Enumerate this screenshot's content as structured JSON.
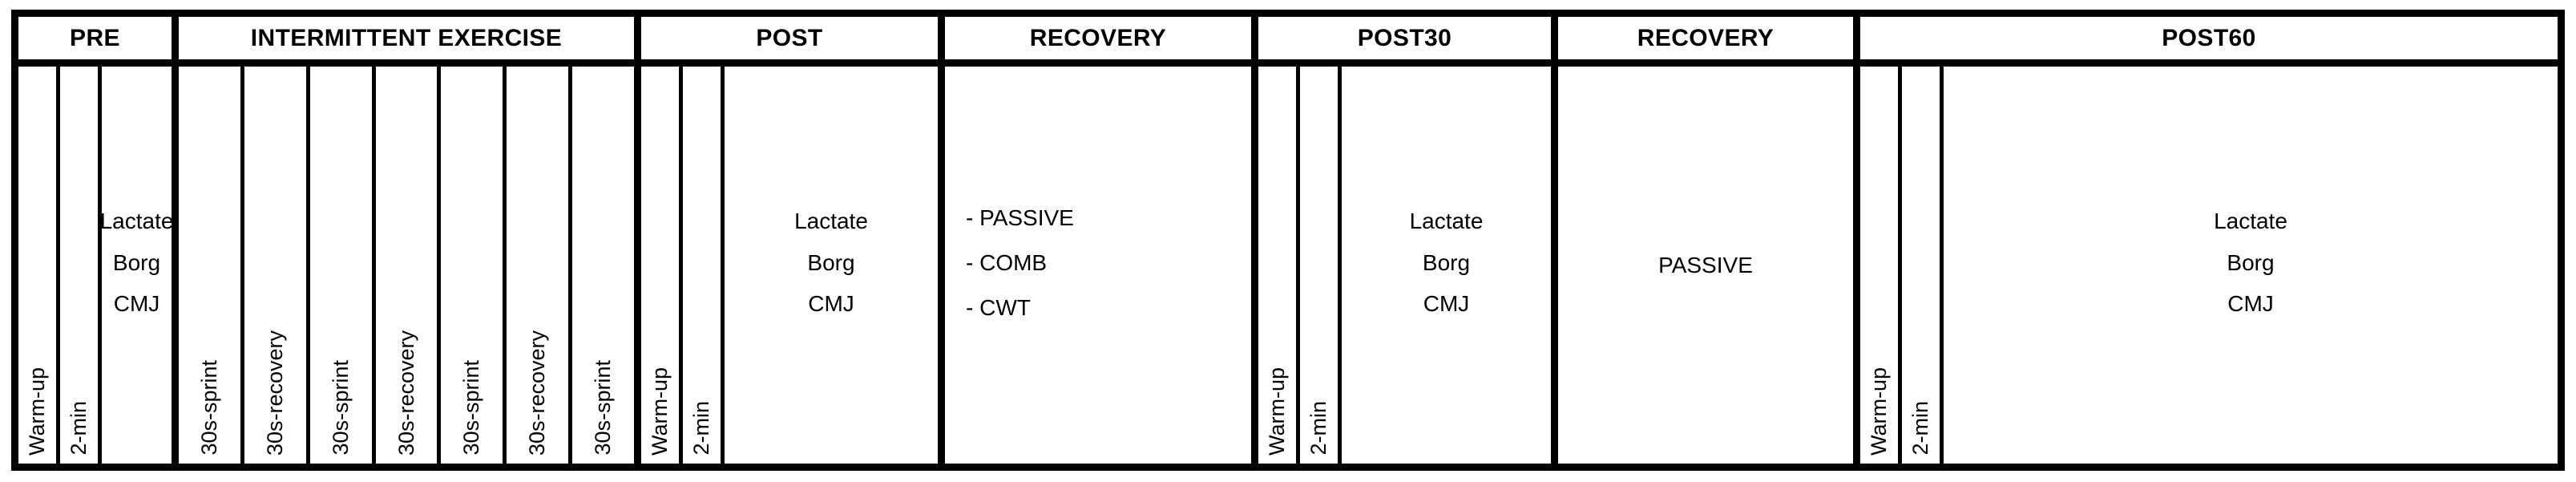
{
  "figure": {
    "type": "experimental-protocol-timeline",
    "orientation": "horizontal",
    "border_color": "#000000",
    "background_color": "#ffffff",
    "text_color": "#000000"
  },
  "header": {
    "blocks": [
      {
        "label": "PRE"
      },
      {
        "label": "INTERMITTENT EXERCISE"
      },
      {
        "label": "POST"
      },
      {
        "label": "RECOVERY"
      },
      {
        "label": "POST30"
      },
      {
        "label": "RECOVERY"
      },
      {
        "label": "POST60"
      }
    ]
  },
  "body": {
    "pre": {
      "warmup": "Warm-up",
      "rest": "2-min",
      "measures": [
        "Lactate",
        "Borg",
        "CMJ"
      ]
    },
    "intermittent": {
      "bouts": [
        "30s-sprint",
        "30s-recovery",
        "30s-sprint",
        "30s-recovery",
        "30s-sprint",
        "30s-recovery",
        "30s-sprint"
      ]
    },
    "post": {
      "warmup": "Warm-up",
      "rest": "2-min",
      "measures": [
        "Lactate",
        "Borg",
        "CMJ"
      ]
    },
    "recovery_conditions": {
      "options": [
        "- PASSIVE",
        "- COMB",
        "- CWT"
      ]
    },
    "post30": {
      "warmup": "Warm-up",
      "rest": "2-min",
      "measures": [
        "Lactate",
        "Borg",
        "CMJ"
      ]
    },
    "recovery_passive": {
      "label": "PASSIVE"
    },
    "post60": {
      "warmup": "Warm-up",
      "rest": "2-min",
      "measures": [
        "Lactate",
        "Borg",
        "CMJ"
      ]
    }
  }
}
